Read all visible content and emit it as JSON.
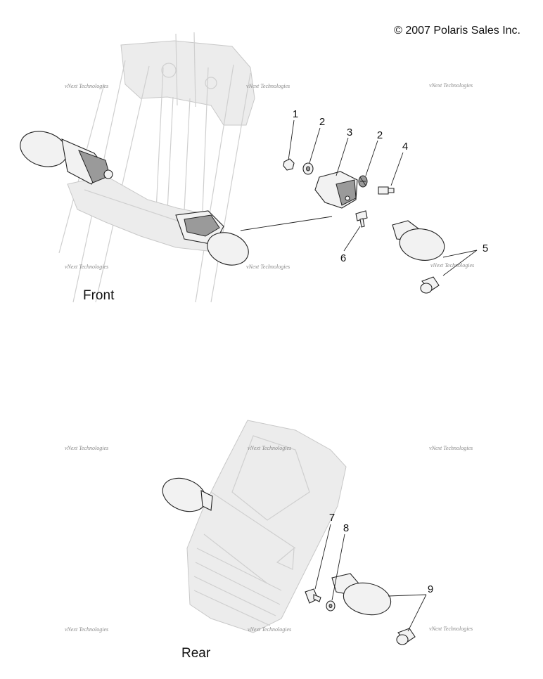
{
  "copyright": "© 2007 Polaris Sales Inc.",
  "sections": {
    "front": "Front",
    "rear": "Rear"
  },
  "watermark": {
    "text": "vNext Technologies"
  },
  "callouts": [
    {
      "id": "c1",
      "label": "1"
    },
    {
      "id": "c2a",
      "label": "2"
    },
    {
      "id": "c3",
      "label": "3"
    },
    {
      "id": "c2b",
      "label": "2"
    },
    {
      "id": "c4",
      "label": "4"
    },
    {
      "id": "c6",
      "label": "6"
    },
    {
      "id": "c5",
      "label": "5"
    },
    {
      "id": "c7",
      "label": "7"
    },
    {
      "id": "c8",
      "label": "8"
    },
    {
      "id": "c9",
      "label": "9"
    }
  ]
}
